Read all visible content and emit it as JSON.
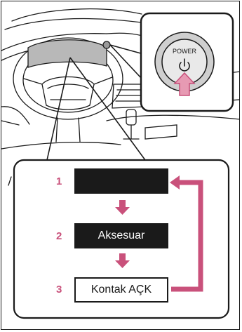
{
  "power_button": {
    "label": "POWER"
  },
  "modes": [
    {
      "number": "1",
      "label": ""
    },
    {
      "number": "2",
      "label": "Aksesuar"
    },
    {
      "number": "3",
      "label": "Kontak AÇK"
    }
  ],
  "colors": {
    "accent": "#c9517b",
    "ink": "#1a1a1a",
    "inset_border": "#1a1a1a"
  },
  "icons": [
    "power-symbol-icon",
    "press-arrow-icon",
    "down-arrow-icon",
    "cycle-arrow-icon"
  ]
}
